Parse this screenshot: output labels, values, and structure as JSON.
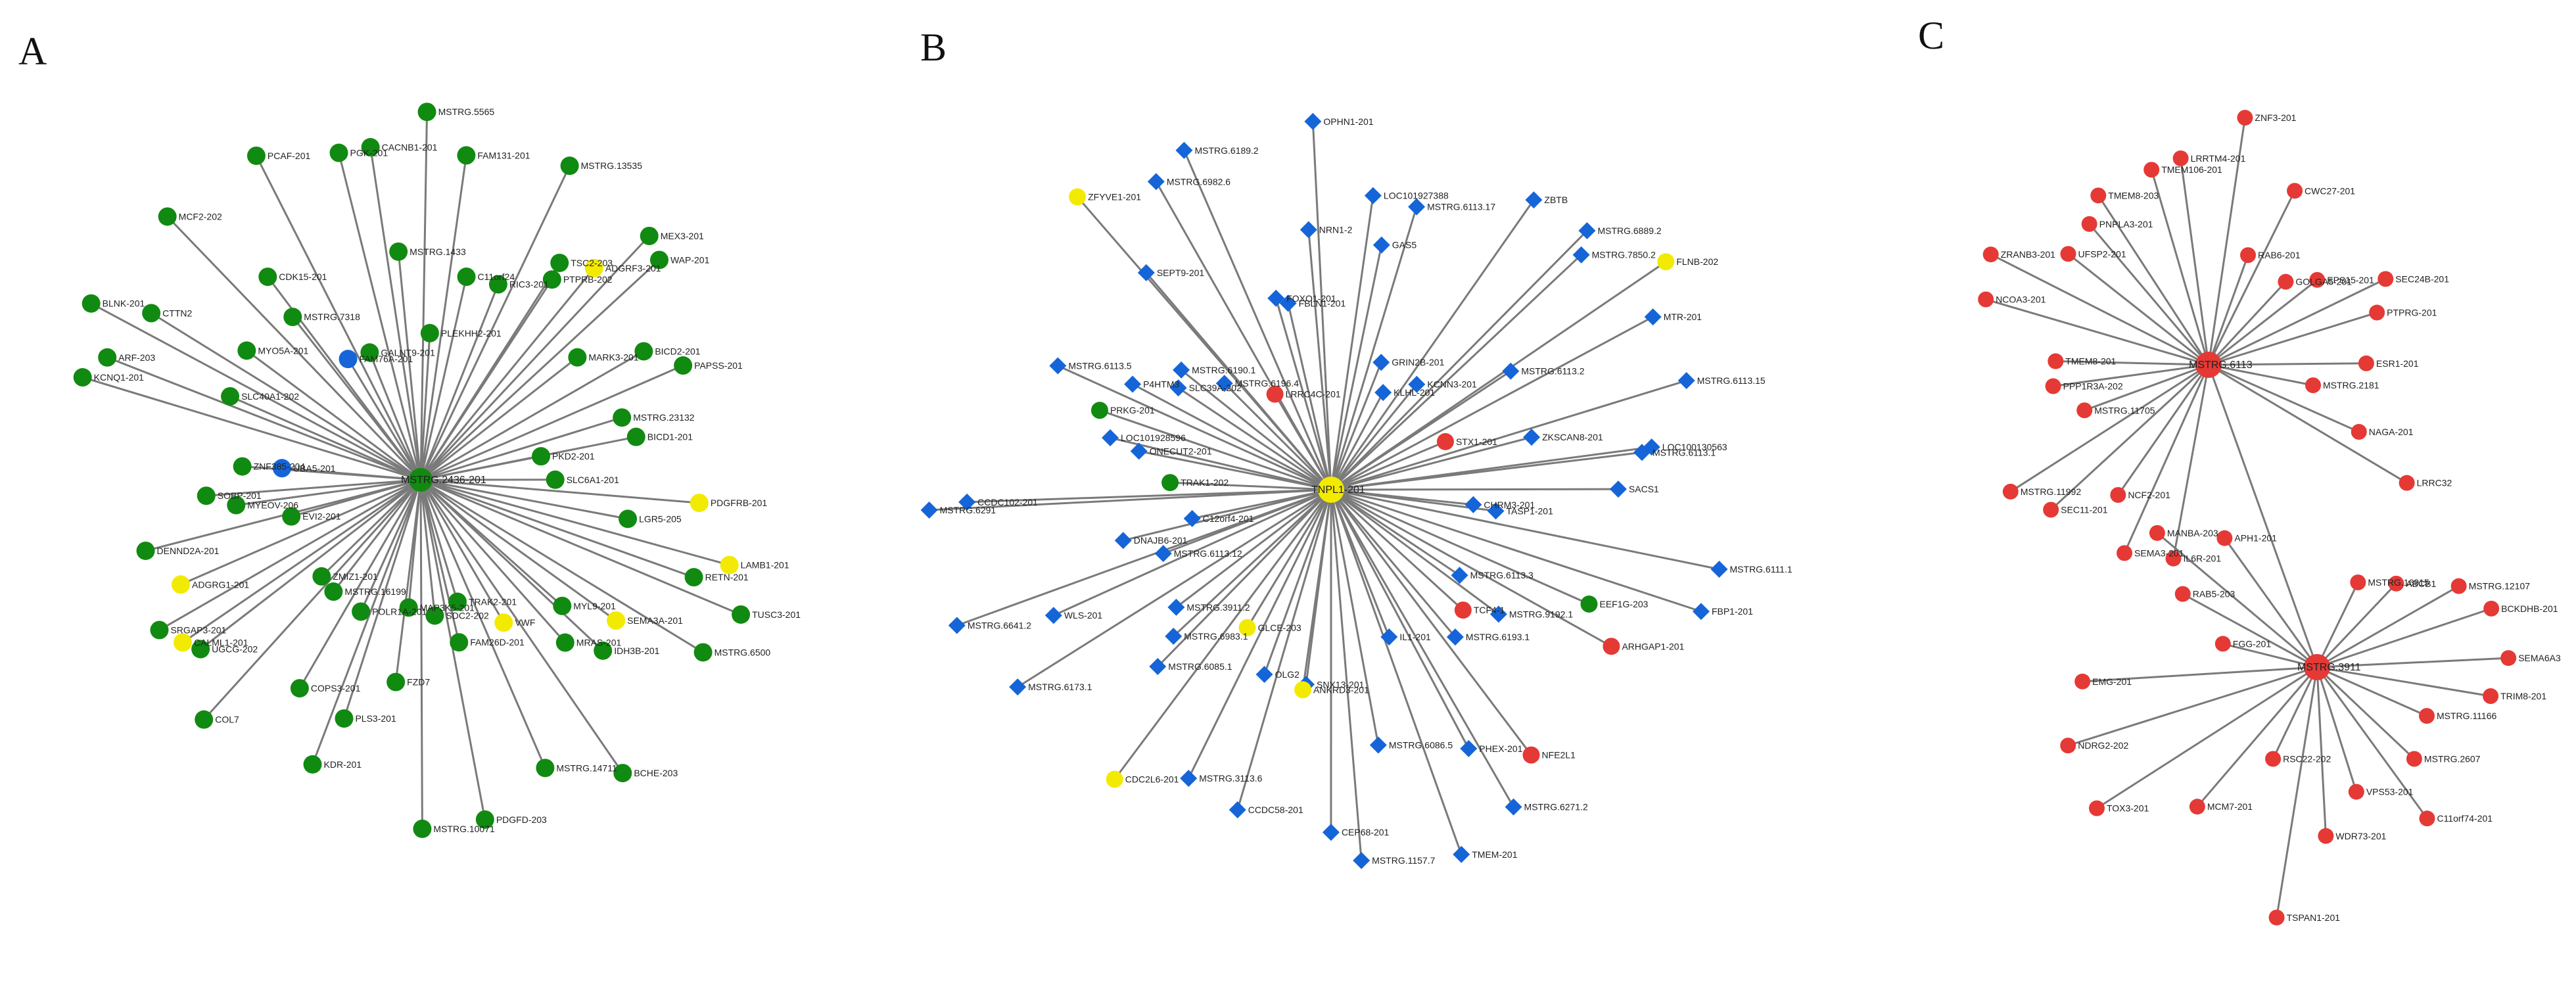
{
  "colors": {
    "green": "#118a11",
    "yellow": "#f2ea00",
    "blue": "#1565d8",
    "red": "#e53935",
    "edge": "#7a7a7a"
  },
  "panels": [
    {
      "letter": "A",
      "hubs": [
        {
          "label": "MSTRG.2436-201"
        }
      ],
      "nodes": [
        {
          "label": "MSTRG.5565",
          "color": "green"
        },
        {
          "label": "PLEKHH2-201",
          "color": "green"
        },
        {
          "label": "FAM131-201",
          "color": "green"
        },
        {
          "label": "C11orf24",
          "color": "green"
        },
        {
          "label": "RIC3-201",
          "color": "green"
        },
        {
          "label": "MSTRG.13535",
          "color": "green"
        },
        {
          "label": "TSC2-203",
          "color": "green"
        },
        {
          "label": "PTPRB-202",
          "color": "green"
        },
        {
          "label": "ADGRF3-201",
          "color": "yellow"
        },
        {
          "label": "MEX3-201",
          "color": "green"
        },
        {
          "label": "WAP-201",
          "color": "green"
        },
        {
          "label": "MARK3-201",
          "color": "green"
        },
        {
          "label": "BICD2-201",
          "color": "green"
        },
        {
          "label": "PAPSS-201",
          "color": "green"
        },
        {
          "label": "MSTRG.23132",
          "color": "green"
        },
        {
          "label": "PKD2-201",
          "color": "green"
        },
        {
          "label": "BICD1-201",
          "color": "green"
        },
        {
          "label": "SLC6A1-201",
          "color": "green"
        },
        {
          "label": "PDGFRB-201",
          "color": "yellow"
        },
        {
          "label": "LGR5-205",
          "color": "green"
        },
        {
          "label": "LAMB1-201",
          "color": "yellow"
        },
        {
          "label": "RETN-201",
          "color": "green"
        },
        {
          "label": "TUSC3-201",
          "color": "green"
        },
        {
          "label": "MSTRG.6500",
          "color": "green"
        },
        {
          "label": "SEMA3A-201",
          "color": "yellow"
        },
        {
          "label": "MYL9-201",
          "color": "green"
        },
        {
          "label": "IDH3B-201",
          "color": "green"
        },
        {
          "label": "MRAS-201",
          "color": "green"
        },
        {
          "label": "BCHE-203",
          "color": "green"
        },
        {
          "label": "VWF",
          "color": "yellow"
        },
        {
          "label": "MSTRG.14711",
          "color": "green"
        },
        {
          "label": "TRAK2-201",
          "color": "green"
        },
        {
          "label": "FAM26D-201",
          "color": "green"
        },
        {
          "label": "PDGFD-203",
          "color": "green"
        },
        {
          "label": "SDC2-202",
          "color": "green"
        },
        {
          "label": "MSTRG.10071",
          "color": "green"
        },
        {
          "label": "MAP3K5-201",
          "color": "green"
        },
        {
          "label": "FZD7",
          "color": "green"
        },
        {
          "label": "PLS3-201",
          "color": "green"
        },
        {
          "label": "KDR-201",
          "color": "green"
        },
        {
          "label": "POLR1A-201",
          "color": "green"
        },
        {
          "label": "COPS3-201",
          "color": "green"
        },
        {
          "label": "MSTRG.16199",
          "color": "green"
        },
        {
          "label": "COL7",
          "color": "green"
        },
        {
          "label": "ZMIZ1-201",
          "color": "green"
        },
        {
          "label": "UGCG-202",
          "color": "green"
        },
        {
          "label": "CALML1-201",
          "color": "yellow"
        },
        {
          "label": "SRGAP3-201",
          "color": "green"
        },
        {
          "label": "ADGRG1-201",
          "color": "yellow"
        },
        {
          "label": "EVI2-201",
          "color": "green"
        },
        {
          "label": "DENND2A-201",
          "color": "green"
        },
        {
          "label": "MYEOV-206",
          "color": "green"
        },
        {
          "label": "SOBP-201",
          "color": "green"
        },
        {
          "label": "ZNF385-204",
          "color": "green"
        },
        {
          "label": "UBA5-201",
          "color": "blue"
        },
        {
          "label": "KCNQ1-201",
          "color": "green"
        },
        {
          "label": "ARF-203",
          "color": "green"
        },
        {
          "label": "SLC40A1-202",
          "color": "green"
        },
        {
          "label": "BLNK-201",
          "color": "green"
        },
        {
          "label": "CTTN2",
          "color": "green"
        },
        {
          "label": "MYO5A-201",
          "color": "green"
        },
        {
          "label": "MCF2-202",
          "color": "green"
        },
        {
          "label": "MSTRG.7318",
          "color": "green"
        },
        {
          "label": "CDK15-201",
          "color": "green"
        },
        {
          "label": "FAM76A-201",
          "color": "blue"
        },
        {
          "label": "PCAF-201",
          "color": "green"
        },
        {
          "label": "GALNT9-201",
          "color": "green"
        },
        {
          "label": "PGK-201",
          "color": "green"
        },
        {
          "label": "CACNB1-201",
          "color": "green"
        },
        {
          "label": "MSTRG.1433",
          "color": "green"
        }
      ]
    },
    {
      "letter": "B",
      "hubs": [
        {
          "label": "TNPL1-201"
        }
      ],
      "nodes": [
        {
          "label": "OPHN1-201",
          "color": "blue"
        },
        {
          "label": "LOC101927388",
          "color": "blue"
        },
        {
          "label": "GAS5",
          "color": "blue"
        },
        {
          "label": "MSTRG.6113.17",
          "color": "blue"
        },
        {
          "label": "GRIN2B-201",
          "color": "blue"
        },
        {
          "label": "KLHL-201",
          "color": "blue"
        },
        {
          "label": "ZBTB",
          "color": "blue"
        },
        {
          "label": "KCNN3-201",
          "color": "blue"
        },
        {
          "label": "MSTRG.6889.2",
          "color": "blue"
        },
        {
          "label": "MSTRG.7850.2",
          "color": "blue"
        },
        {
          "label": "FLNB-202",
          "color": "yellow"
        },
        {
          "label": "MSTRG.6113.2",
          "color": "blue"
        },
        {
          "label": "MTR-201",
          "color": "blue"
        },
        {
          "label": "STX1-201",
          "color": "red"
        },
        {
          "label": "MSTRG.6113.15",
          "color": "blue"
        },
        {
          "label": "ZKSCAN8-201",
          "color": "blue"
        },
        {
          "label": "LOC100130563",
          "color": "blue"
        },
        {
          "label": "MSTRG.6113.1",
          "color": "blue"
        },
        {
          "label": "SACS1",
          "color": "blue"
        },
        {
          "label": "TASP1-201",
          "color": "blue"
        },
        {
          "label": "CHRM3-201",
          "color": "blue"
        },
        {
          "label": "MSTRG.6111.1",
          "color": "blue"
        },
        {
          "label": "FBP1-201",
          "color": "blue"
        },
        {
          "label": "EEF1G-203",
          "color": "green"
        },
        {
          "label": "ARHGAP1-201",
          "color": "red"
        },
        {
          "label": "MSTRG.6113.3",
          "color": "blue"
        },
        {
          "label": "MSTRG.9192.1",
          "color": "blue"
        },
        {
          "label": "TCF4-1",
          "color": "red"
        },
        {
          "label": "MSTRG.6193.1",
          "color": "blue"
        },
        {
          "label": "NFE2L1",
          "color": "red"
        },
        {
          "label": "MSTRG.6271.2",
          "color": "blue"
        },
        {
          "label": "PHEX-201",
          "color": "blue"
        },
        {
          "label": "IL1-201",
          "color": "blue"
        },
        {
          "label": "TMEM-201",
          "color": "blue"
        },
        {
          "label": "MSTRG.6086.5",
          "color": "blue"
        },
        {
          "label": "MSTRG.1157.7",
          "color": "blue"
        },
        {
          "label": "CEP68-201",
          "color": "blue"
        },
        {
          "label": "SNX13-201",
          "color": "blue"
        },
        {
          "label": "ANKRD3-201",
          "color": "yellow"
        },
        {
          "label": "CCDC58-201",
          "color": "blue"
        },
        {
          "label": "OLG2",
          "color": "blue"
        },
        {
          "label": "MSTRG.3113.6",
          "color": "blue"
        },
        {
          "label": "GLCE-203",
          "color": "yellow"
        },
        {
          "label": "CDC2L6-201",
          "color": "yellow"
        },
        {
          "label": "MSTRG.6085.1",
          "color": "blue"
        },
        {
          "label": "MSTRG.6983.1",
          "color": "blue"
        },
        {
          "label": "MSTRG.3911.2",
          "color": "blue"
        },
        {
          "label": "MSTRG.6173.1",
          "color": "blue"
        },
        {
          "label": "WLS-201",
          "color": "blue"
        },
        {
          "label": "MSTRG.6641.2",
          "color": "blue"
        },
        {
          "label": "MSTRG.6113.12",
          "color": "blue"
        },
        {
          "label": "DNAJB6-201",
          "color": "blue"
        },
        {
          "label": "C12orf4-201",
          "color": "blue"
        },
        {
          "label": "MSTRG.6291",
          "color": "blue"
        },
        {
          "label": "CCDC102-201",
          "color": "blue"
        },
        {
          "label": "TRAK1-202",
          "color": "green"
        },
        {
          "label": "ONECUT2-201",
          "color": "blue"
        },
        {
          "label": "LOC101928596",
          "color": "blue"
        },
        {
          "label": "PRKG-201",
          "color": "green"
        },
        {
          "label": "MSTRG.6113.5",
          "color": "blue"
        },
        {
          "label": "P4HTM3",
          "color": "blue"
        },
        {
          "label": "SLC39A-202",
          "color": "blue"
        },
        {
          "label": "MSTRG.6190.1",
          "color": "blue"
        },
        {
          "label": "MSTRG.6196.4",
          "color": "blue"
        },
        {
          "label": "ZFYVE1-201",
          "color": "yellow"
        },
        {
          "label": "SEPT9-201",
          "color": "blue"
        },
        {
          "label": "LRRC4C-201",
          "color": "red"
        },
        {
          "label": "MSTRG.6982.6",
          "color": "blue"
        },
        {
          "label": "MSTRG.6189.2",
          "color": "blue"
        },
        {
          "label": "FOXO1-201",
          "color": "blue"
        },
        {
          "label": "FBLN1-201",
          "color": "blue"
        },
        {
          "label": "NRN1-2",
          "color": "blue"
        }
      ]
    },
    {
      "letter": "C",
      "hubs": [
        {
          "label": "MSTRG.6113"
        },
        {
          "label": "MSTRG.3911"
        }
      ],
      "nodes_upper": [
        {
          "label": "IL6R-201",
          "color": "red"
        },
        {
          "label": "SEMA3-201",
          "color": "red"
        },
        {
          "label": "NCF2-201",
          "color": "red"
        },
        {
          "label": "SEC11-201",
          "color": "red"
        },
        {
          "label": "MSTRG.11992",
          "color": "red"
        },
        {
          "label": "MSTRG.11705",
          "color": "red"
        },
        {
          "label": "PPP1R3A-202",
          "color": "red"
        },
        {
          "label": "TMEM8-201",
          "color": "red"
        },
        {
          "label": "NCOA3-201",
          "color": "red"
        },
        {
          "label": "ZRANB3-201",
          "color": "red"
        },
        {
          "label": "UFSP2-201",
          "color": "red"
        },
        {
          "label": "PNPLA3-201",
          "color": "red"
        },
        {
          "label": "TMEM8-203",
          "color": "red"
        },
        {
          "label": "TMEM106-201",
          "color": "red"
        },
        {
          "label": "LRRTM4-201",
          "color": "red"
        },
        {
          "label": "ZNF3-201",
          "color": "red"
        },
        {
          "label": "RAB6-201",
          "color": "red"
        },
        {
          "label": "CWC27-201",
          "color": "red"
        },
        {
          "label": "GOLGA5-201",
          "color": "red"
        },
        {
          "label": "EPS15-201",
          "color": "red"
        },
        {
          "label": "SEC24B-201",
          "color": "red"
        },
        {
          "label": "PTPRG-201",
          "color": "red"
        },
        {
          "label": "ESR1-201",
          "color": "red"
        },
        {
          "label": "MSTRG.2181",
          "color": "red"
        },
        {
          "label": "NAGA-201",
          "color": "red"
        },
        {
          "label": "LRRC32",
          "color": "red"
        }
      ],
      "nodes_lower": [
        {
          "label": "MSTRG.16915",
          "color": "red"
        },
        {
          "label": "ABCB1",
          "color": "red"
        },
        {
          "label": "MSTRG.12107",
          "color": "red"
        },
        {
          "label": "BCKDHB-201",
          "color": "red"
        },
        {
          "label": "SEMA6A3",
          "color": "red"
        },
        {
          "label": "TRIM8-201",
          "color": "red"
        },
        {
          "label": "MSTRG.11166",
          "color": "red"
        },
        {
          "label": "MSTRG.2607",
          "color": "red"
        },
        {
          "label": "C11orf74-201",
          "color": "red"
        },
        {
          "label": "VPS53-201",
          "color": "red"
        },
        {
          "label": "WDR73-201",
          "color": "red"
        },
        {
          "label": "TSPAN1-201",
          "color": "red"
        },
        {
          "label": "RSC22-202",
          "color": "red"
        },
        {
          "label": "MCM7-201",
          "color": "red"
        },
        {
          "label": "TOX3-201",
          "color": "red"
        },
        {
          "label": "NDRG2-202",
          "color": "red"
        },
        {
          "label": "EMG-201",
          "color": "red"
        },
        {
          "label": "FGG-201",
          "color": "red"
        },
        {
          "label": "RAB5-203",
          "color": "red"
        },
        {
          "label": "MANBA-203",
          "color": "red"
        },
        {
          "label": "APH1-201",
          "color": "red"
        }
      ]
    }
  ]
}
